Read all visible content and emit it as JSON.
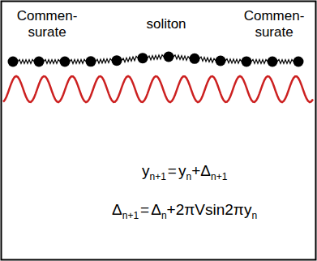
{
  "diagram": {
    "labels": [
      "Commen- surate",
      "soliton",
      "Commen- surate",
      "y",
      "n+1",
      "=",
      "y",
      "n",
      "+",
      "Δ",
      "n+1",
      "Δ",
      "n+1",
      "=",
      "Δ",
      "n",
      "+2πVsin2πy",
      "n"
    ]
  }
}
